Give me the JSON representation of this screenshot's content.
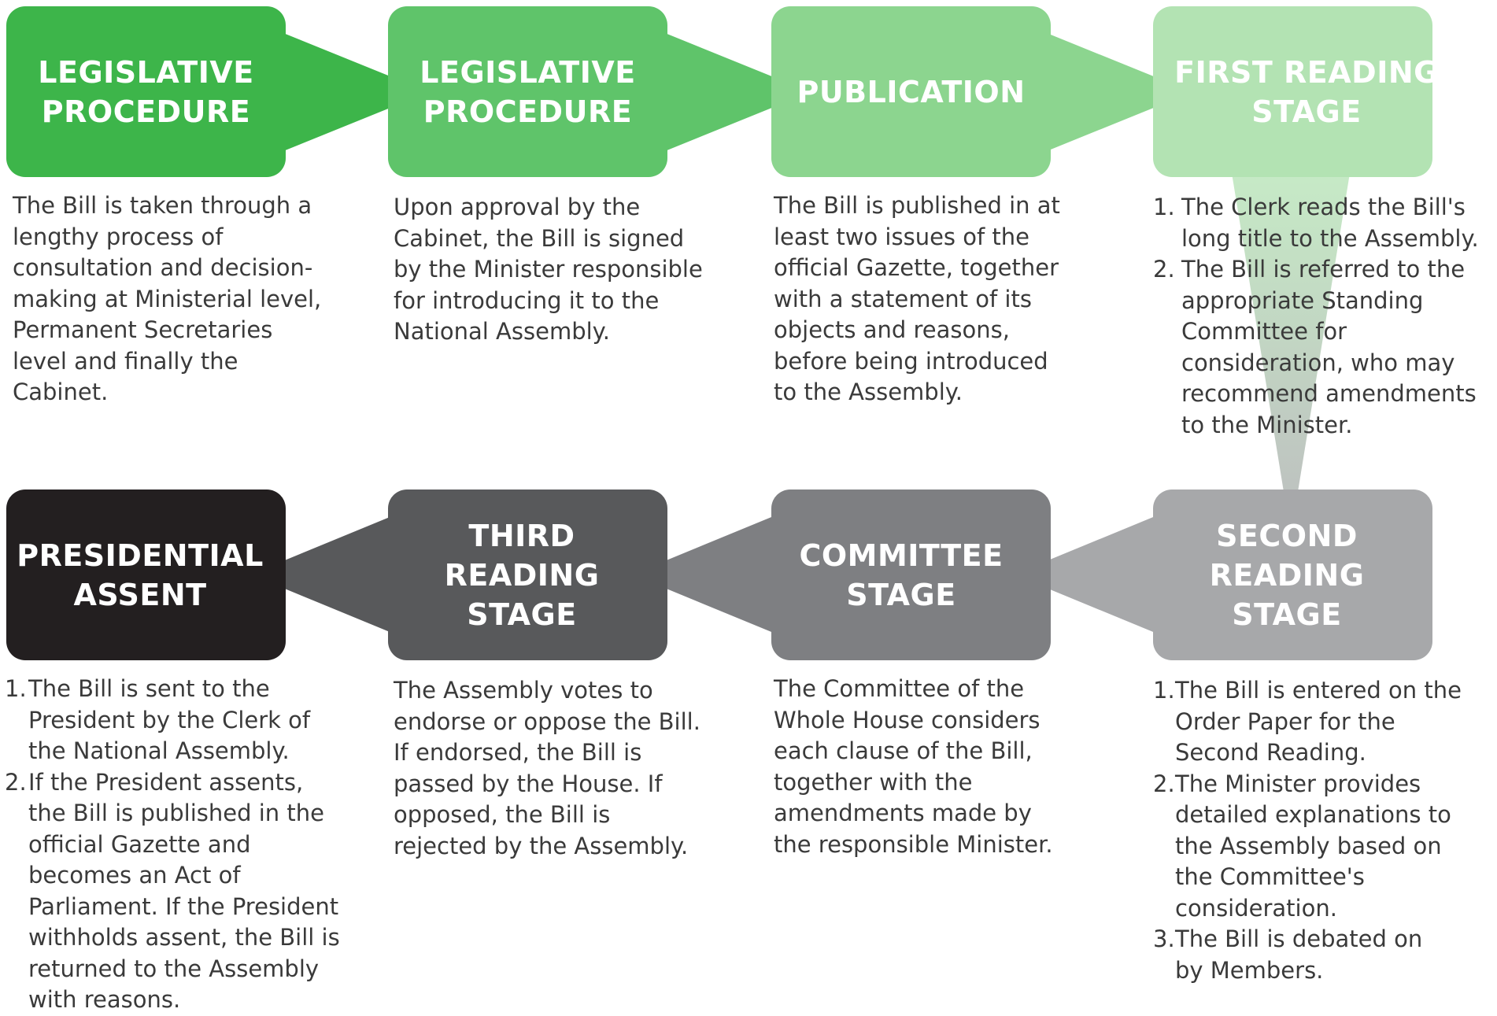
{
  "colors": {
    "step1": "#3db54a",
    "step2": "#5fc46a",
    "step3": "#8cd58f",
    "step4": "#b3e3b3",
    "step5": "#a7a8aa",
    "step6": "#7e7f82",
    "step7": "#58595b",
    "step8": "#231f20",
    "text": "#3a3a3a"
  },
  "steps": [
    {
      "title": "LEGISLATIVE\nPROCEDURE",
      "paragraph": "The Bill is taken through a\nlengthy process of\nconsultation and decision-\nmaking at Ministerial level,\nPermanent Secretaries\nlevel and finally the\nCabinet."
    },
    {
      "title": "LEGISLATIVE\nPROCEDURE",
      "paragraph": "Upon approval by the\nCabinet, the Bill is signed\nby the Minister responsible\nfor introducing it to the\nNational Assembly."
    },
    {
      "title": "PUBLICATION",
      "paragraph": "The Bill is published in at\nleast two issues of the\nofficial Gazette, together\nwith a statement of its\nobjects and reasons,\nbefore being introduced\nto the Assembly."
    },
    {
      "title": "FIRST READING\nSTAGE",
      "list": [
        "The Clerk reads the Bill's\nlong title to the Assembly.",
        "The Bill is referred to the\nappropriate Standing\nCommittee for\nconsideration, who may\nrecommend amendments\nto the Minister."
      ]
    },
    {
      "title": "SECOND\nREADING STAGE",
      "list": [
        "The Bill is entered on the\nOrder Paper for the\nSecond Reading.",
        "The Minister provides\ndetailed explanations to\nthe Assembly based on\nthe Committee's\nconsideration.",
        "The Bill is debated on\nby Members."
      ]
    },
    {
      "title": "COMMITTEE\nSTAGE",
      "paragraph": "The Committee of the\nWhole House considers\neach clause of the Bill,\ntogether with the\namendments made by\nthe responsible Minister."
    },
    {
      "title": "THIRD READING\nSTAGE",
      "paragraph": "The Assembly votes to\nendorse or oppose the Bill.\nIf endorsed, the Bill is\npassed by the House. If\nopposed, the Bill is\nrejected by the Assembly."
    },
    {
      "title": "PRESIDENTIAL\nASSENT",
      "list": [
        "The Bill is sent to the\nPresident by the Clerk of\nthe National Assembly.",
        "If the President assents,\nthe Bill is published in the\nofficial Gazette and\nbecomes an Act of\nParliament. If the President\nwithholds assent, the Bill is\nreturned to the Assembly\nwith reasons."
      ]
    }
  ]
}
